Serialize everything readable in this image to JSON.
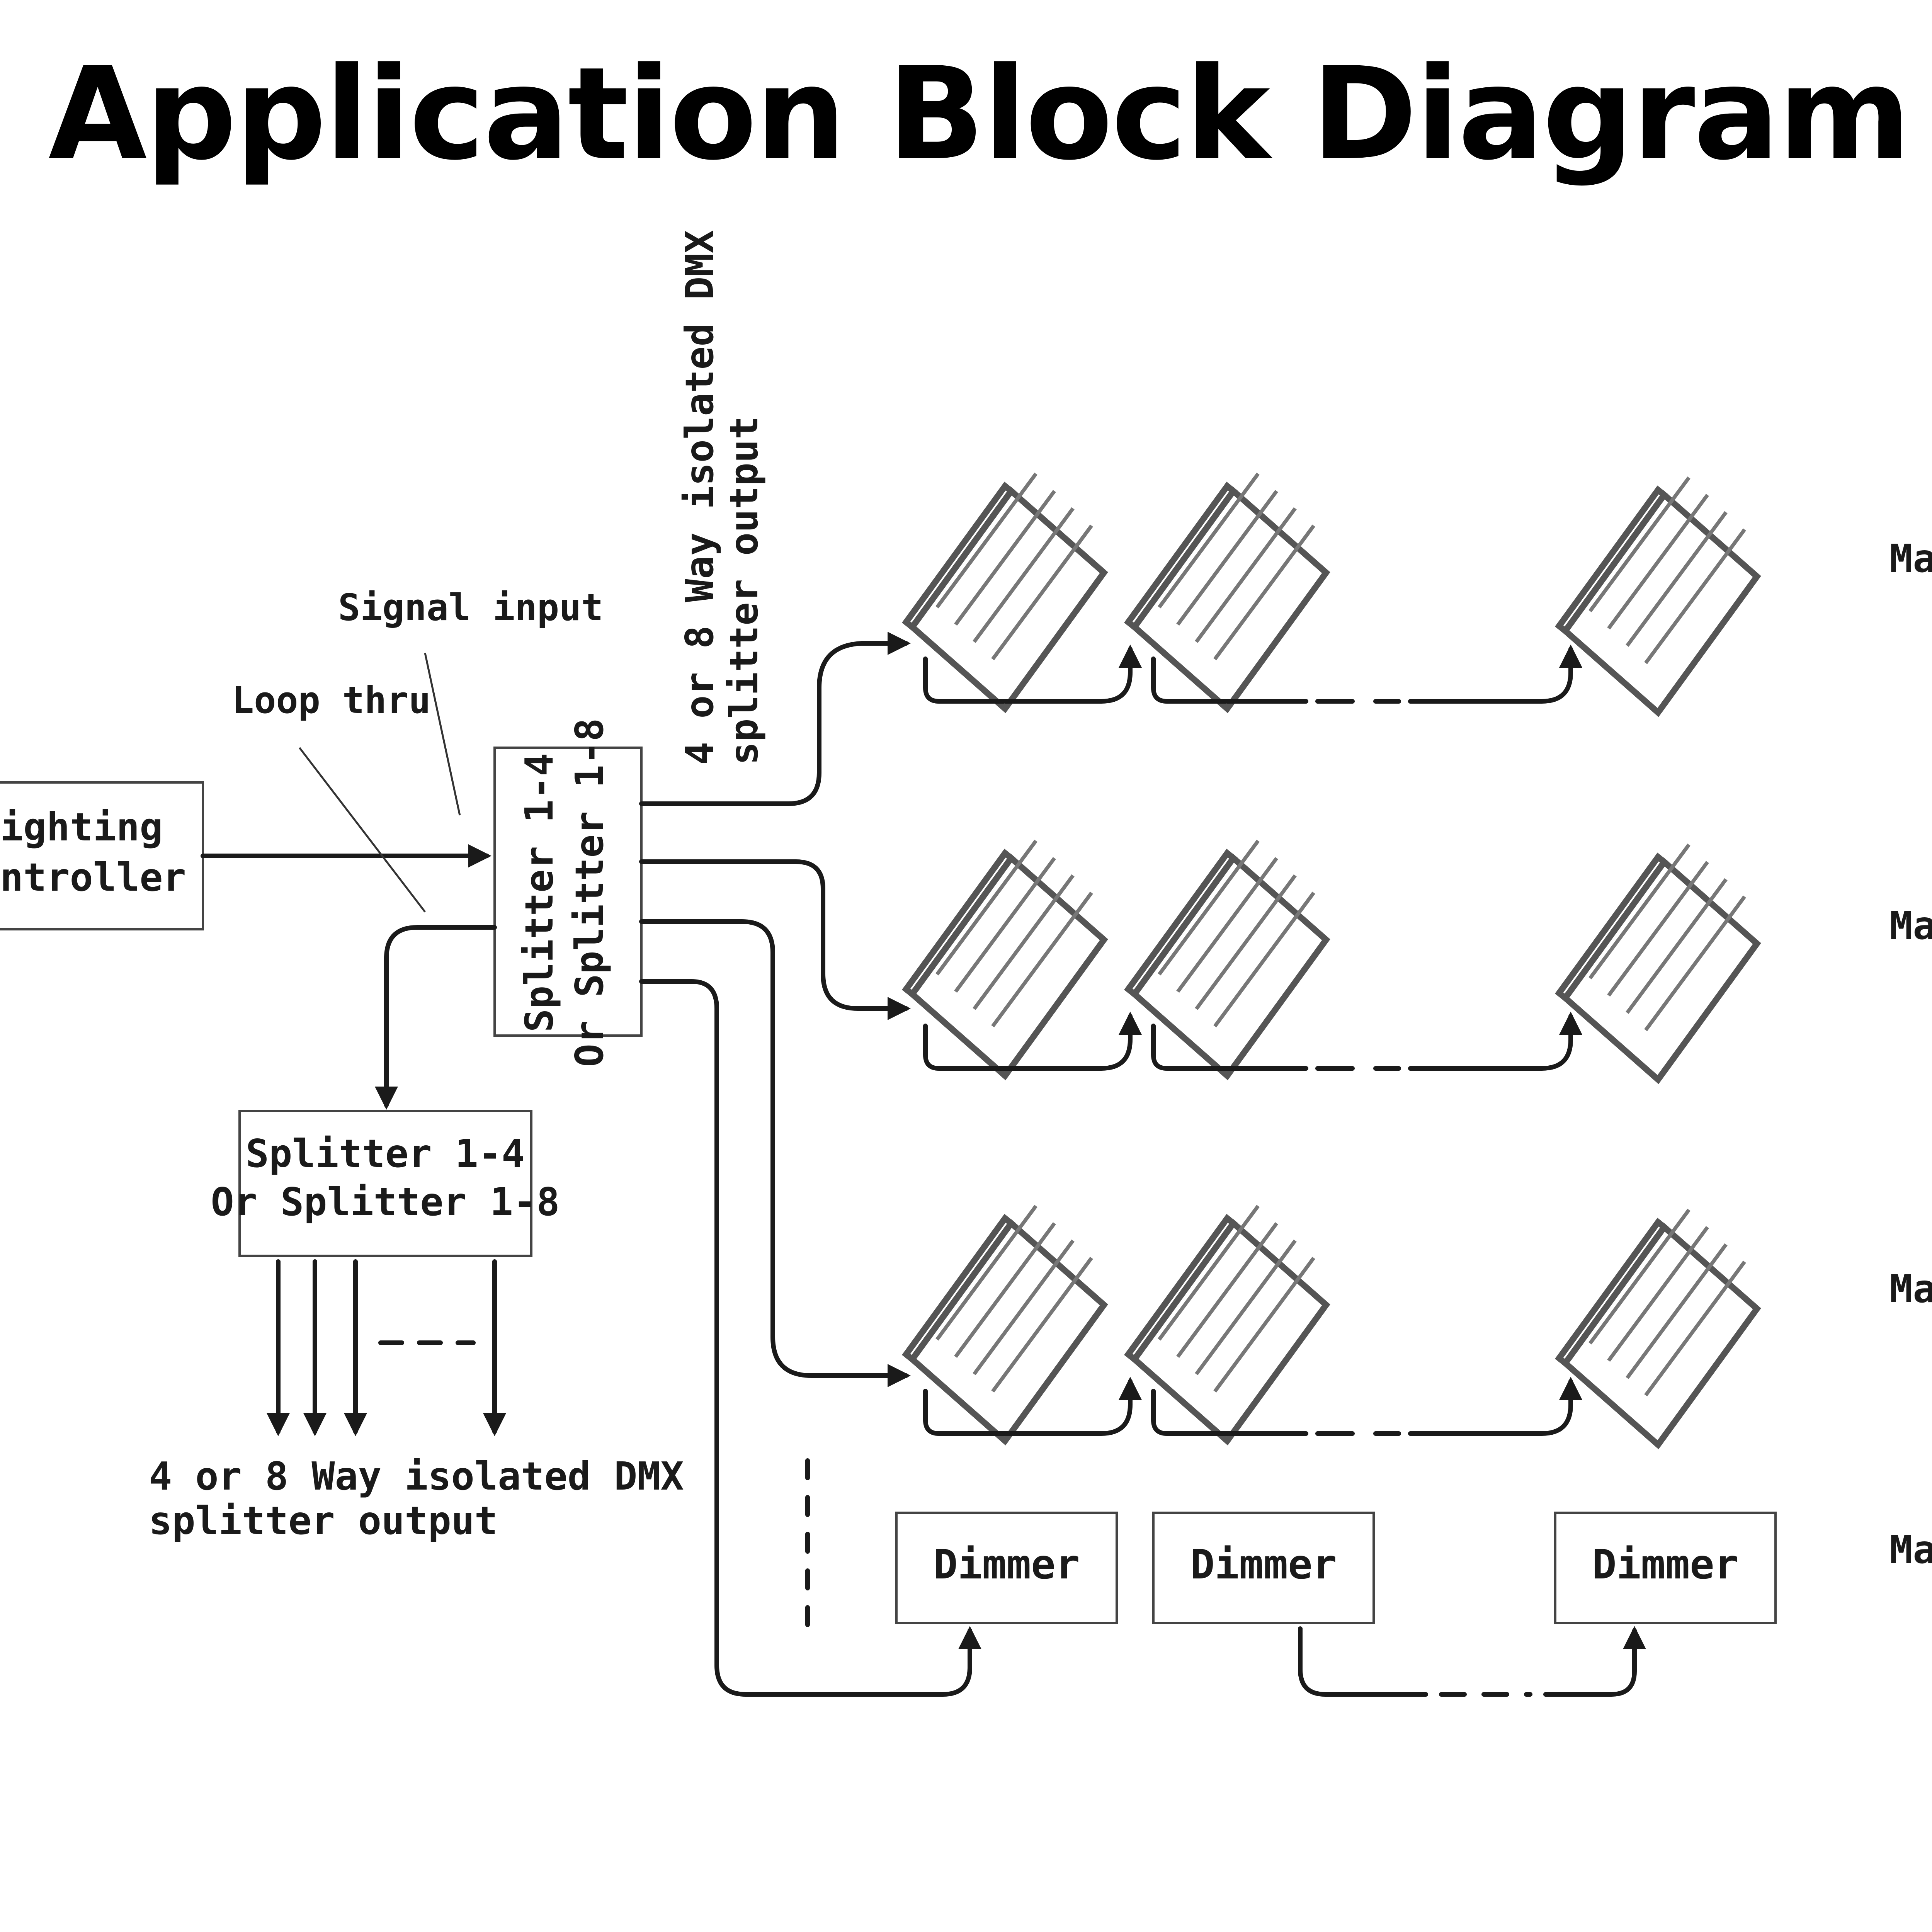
{
  "title": "Application Block Diagram",
  "labels": {
    "controller_line1": "ighting",
    "controller_line2": "ntroller",
    "signal_input": "Signal input",
    "loop_thru": "Loop thru",
    "main_splitter_line1": "Splitter 1-4",
    "main_splitter_line2": "Or Splitter 1-8",
    "top_output_line1": "4 or 8 Way isolated DMX",
    "top_output_line2": "splitter output",
    "second_splitter_line1": "Splitter 1-4",
    "second_splitter_line2": "Or Splitter 1-8",
    "bottom_output_line1": "4 or 8 Way isolated DMX",
    "bottom_output_line2": "splitter output"
  },
  "dimmers": [
    "Dimmer",
    "Dimmer",
    "Dimmer"
  ],
  "row_labels": [
    "Ma",
    "Ma",
    "Ma",
    "Ma"
  ],
  "colors": {
    "line": "#1a1a1a",
    "background": "#ffffff"
  }
}
